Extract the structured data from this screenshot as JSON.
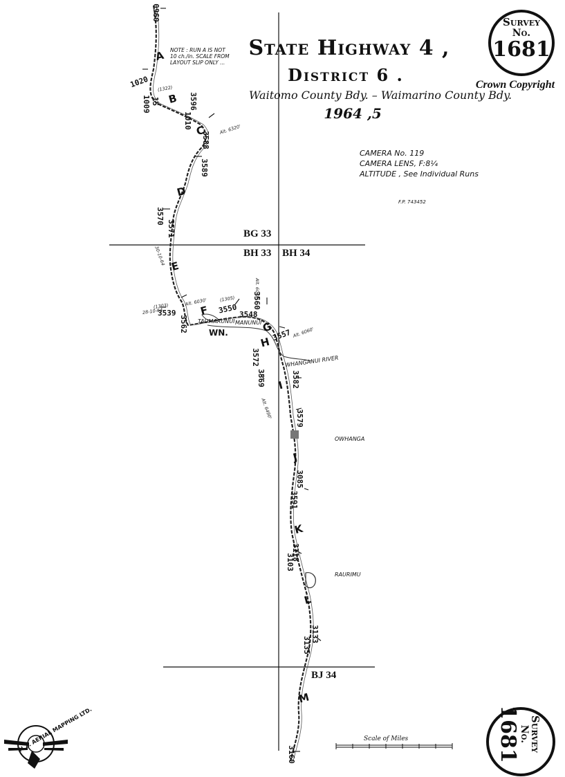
{
  "header": {
    "title": "State Highway 4 ,",
    "district": "District 6 .",
    "bounds": "Waitomo County Bdy. – Waimarino County Bdy.",
    "date": "1964 ,5",
    "copyright": "Crown Copyright"
  },
  "stamps": {
    "top": {
      "line1": "Survey",
      "line2": "No.",
      "number": "1681"
    },
    "bottom": {
      "line1": "Survey",
      "line2": "No.",
      "number": "1681"
    }
  },
  "note": {
    "line1": "NOTE : RUN A IS NOT",
    "line2": "10 ch./in. SCALE FROM",
    "line3": "LAYOUT SLIP ONLY ..."
  },
  "camera": {
    "number": "CAMERA No. 119",
    "lens": "CAMERA LENS, F:8¼",
    "altitude": "ALTITUDE , See Individual Runs"
  },
  "flight_plan": "F.P. 743452",
  "sheets": {
    "bg33": "BG 33",
    "bh33": "BH 33",
    "bh34": "BH 34",
    "bj34": "BJ 34"
  },
  "places": {
    "taumarunui": "TAUMARUNUI",
    "manunui": "MANUNUI",
    "wn": "WN.",
    "whanganui_river": "WHANGANUI RIVER",
    "owhanga": "OWHANGA",
    "raurimu": "RAURIMU"
  },
  "runs": [
    "A",
    "B",
    "C",
    "D",
    "E",
    "F",
    "G",
    "H",
    "I",
    "J",
    "K",
    "L",
    "M"
  ],
  "photos": {
    "p1": "0960",
    "p2": "1020",
    "p3": "1009",
    "p4": "15",
    "p5": "3596",
    "p6": "1010",
    "p7": "3588",
    "p8": "3589",
    "p9": "3570",
    "p10": "3571",
    "p11": "3539",
    "p12": "3562",
    "p13": "3550",
    "p14": "3548",
    "p15": "3560",
    "p16": "3557",
    "p17": "3572",
    "p18": "3569",
    "p19": "3582",
    "p20": "3579",
    "p21": "3085",
    "p22": "3591",
    "p23": "3118",
    "p24": "3103",
    "p25": "3133",
    "p26": "3135",
    "p27": "3160"
  },
  "annotations": {
    "alt_6320": "Alt. 6320'",
    "alt_6030": "Alt. 6030'",
    "alt_6070": "Alt. 6070'",
    "alt_6060": "Alt. 6060'",
    "alt_6490": "Alt. 6490'",
    "date_a": "28-10-64",
    "date_b": "30-10-64",
    "run_1303": "(1303)",
    "run_1322": "(1322)",
    "run_1305": "(1305)"
  },
  "scale": {
    "label": "Scale of Miles"
  },
  "logo": {
    "text": "N.Z. AERIAL MAPPING LTD."
  }
}
